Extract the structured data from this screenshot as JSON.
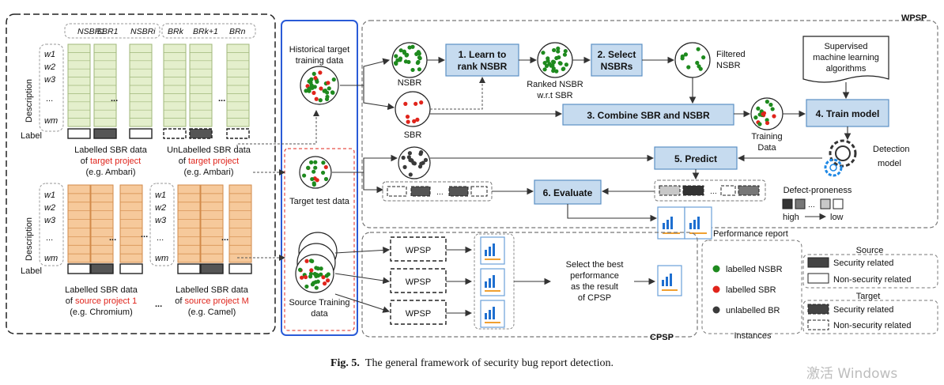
{
  "left": {
    "description": "Description",
    "label": "Label",
    "target_cols": [
      "NSBR1",
      "SBR1",
      "NSBRi",
      "BRk",
      "BRk+1",
      "BRn"
    ],
    "rows": [
      "w1",
      "w2",
      "w3",
      "...",
      "wm"
    ],
    "labelled_target": [
      "Labelled SBR data",
      "of",
      "target project",
      "(e.g. Ambari)"
    ],
    "unlabelled_target": [
      "UnLabelled SBR data",
      "of",
      "target project",
      "(e.g. Ambari)"
    ],
    "source1": [
      "Labelled SBR data",
      "of",
      "source project 1",
      "(e.g. Chromium)"
    ],
    "sourceM": [
      "Labelled SBR data",
      "of",
      "source project M",
      "(e.g. Camel)"
    ],
    "ellipsis": "..."
  },
  "middle": {
    "historical": [
      "Historical target",
      "training data"
    ],
    "test": "Target test data",
    "source": [
      "Source Training",
      "data"
    ]
  },
  "wpsp": {
    "title": "WPSP",
    "step1": [
      "1. Learn to",
      "rank NSBR"
    ],
    "step2": [
      "2. Select",
      "NSBRs"
    ],
    "step3": "3. Combine SBR and NSBR",
    "step4": "4. Train model",
    "step5": "5. Predict",
    "step6": "6. Evaluate",
    "nsbr": "NSBR",
    "sbr": "SBR",
    "ranked": [
      "Ranked NSBR",
      "w.r.t SBR"
    ],
    "filtered": [
      "Filtered",
      "NSBR"
    ],
    "training": [
      "Training",
      "Data"
    ],
    "supervised": [
      "Supervised",
      "machine learning",
      "algorithms"
    ],
    "detection": [
      "Detection",
      "model"
    ],
    "defect": "Defect-proneness",
    "high": "high",
    "low": "low",
    "perf": "Performance report"
  },
  "cpsp": {
    "title": "CPSP",
    "wpsp_boxes": [
      "WPSP",
      "WPSP",
      "WPSP"
    ],
    "select": [
      "Select the best",
      "performance",
      "as the result",
      "of CPSP"
    ]
  },
  "legend": {
    "instances": "Instances",
    "items": [
      "labelled NSBR",
      "labelled SBR",
      "unlabelled BR"
    ],
    "colors": [
      "#1e8a1e",
      "#e0241b",
      "#3a3a3a"
    ],
    "source_title": "Source",
    "source_items": [
      "Security related",
      "Non-security related"
    ],
    "target_title": "Target",
    "target_items": [
      "Security related",
      "Non-security related"
    ]
  },
  "caption": {
    "fig": "Fig. 5.",
    "text": "The general framework of security bug report detection."
  },
  "watermark": "激活 Windows"
}
